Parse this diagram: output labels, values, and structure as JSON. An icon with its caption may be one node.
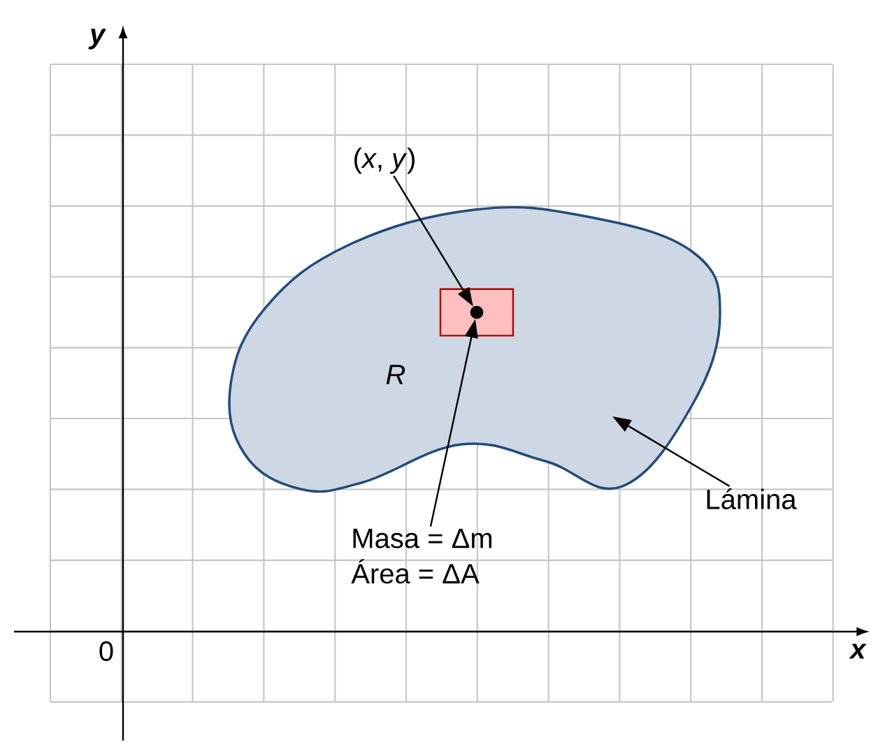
{
  "diagram": {
    "nodes": [
      {
        "text": [
          "(*x*, *y*)"
        ]
      },
      {
        "text": [],
        "shape": "cloud"
      },
      {
        "text": [],
        "shape": "box",
        "in": 1
      },
      {
        "text": [],
        "shape": "circle",
        "in": 2
      },
      {
        "text": [
          "Masa = Δm",
          "Área = ΔA"
        ]
      },
      {
        "text": [
          "Lámina"
        ]
      }
    ],
    "edges": [
      {
        "from": 0,
        "to": 3,
        "arrow": "to"
      },
      {
        "from": 4,
        "to": 3,
        "arrow": "to"
      },
      {
        "from": 5,
        "to": 1,
        "arrow": "to"
      }
    ],
    "labels": [
      "*y*",
      "*R*",
      "0",
      "*x*"
    ]
  }
}
